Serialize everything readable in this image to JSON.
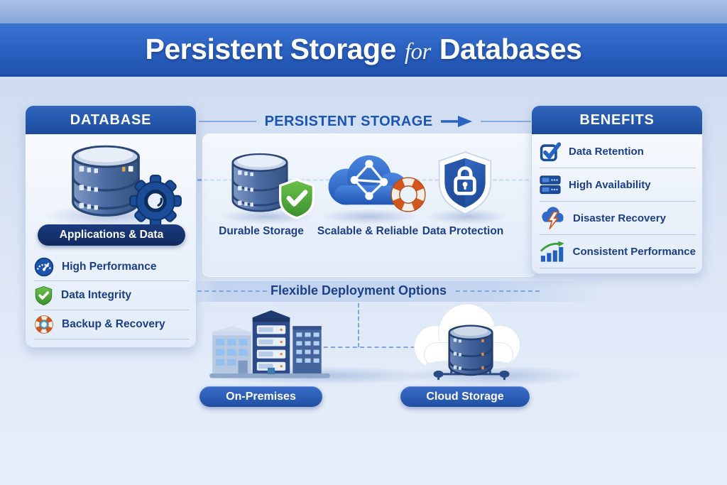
{
  "banner": {
    "title_1": "Persistent Storage",
    "title_2": "for",
    "title_3": "Databases"
  },
  "database_panel": {
    "header": "DATABASE",
    "icon": "database-gear-icon",
    "badge": "Applications & Data",
    "items": [
      {
        "icon": "speedometer-icon",
        "label": "High Performance"
      },
      {
        "icon": "shield-check-icon",
        "label": "Data Integrity"
      },
      {
        "icon": "lifebuoy-icon",
        "label": "Backup & Recovery"
      }
    ]
  },
  "storage_flow": {
    "heading": "PERSISTENT STORAGE",
    "arrow": "right-arrow-icon",
    "items": [
      {
        "icon": "database-shield-icon",
        "label": "Durable Storage"
      },
      {
        "icon": "cloud-network-lifebuoy-icon",
        "label": "Scalable & Reliable"
      },
      {
        "icon": "shield-lock-icon",
        "label": "Data Protection"
      }
    ]
  },
  "benefits_panel": {
    "header": "BENEFITS",
    "items": [
      {
        "icon": "checkbox-icon",
        "label": "Data Retention"
      },
      {
        "icon": "server-stack-icon",
        "label": "High Availability"
      },
      {
        "icon": "cloud-lightning-icon",
        "label": "Disaster Recovery"
      },
      {
        "icon": "bar-chart-icon",
        "label": "Consistent Performance"
      }
    ]
  },
  "deployment": {
    "heading": "Flexible Deployment Options",
    "options": [
      {
        "icon": "office-buildings-icon",
        "label": "On-Premises"
      },
      {
        "icon": "cloud-database-icon",
        "label": "Cloud Storage"
      }
    ]
  },
  "colors": {
    "banner_blue": "#2a60c0",
    "header_blue": "#1c4b9c",
    "navy_text": "#1b3f86",
    "badge_navy": "#122b5f",
    "button_blue": "#2a5fc0",
    "heading_blue": "#1a55b6",
    "dash_blue": "#7fa6dc",
    "shield_green": "#4aa437",
    "lifebuoy_orange": "#d2571f"
  }
}
